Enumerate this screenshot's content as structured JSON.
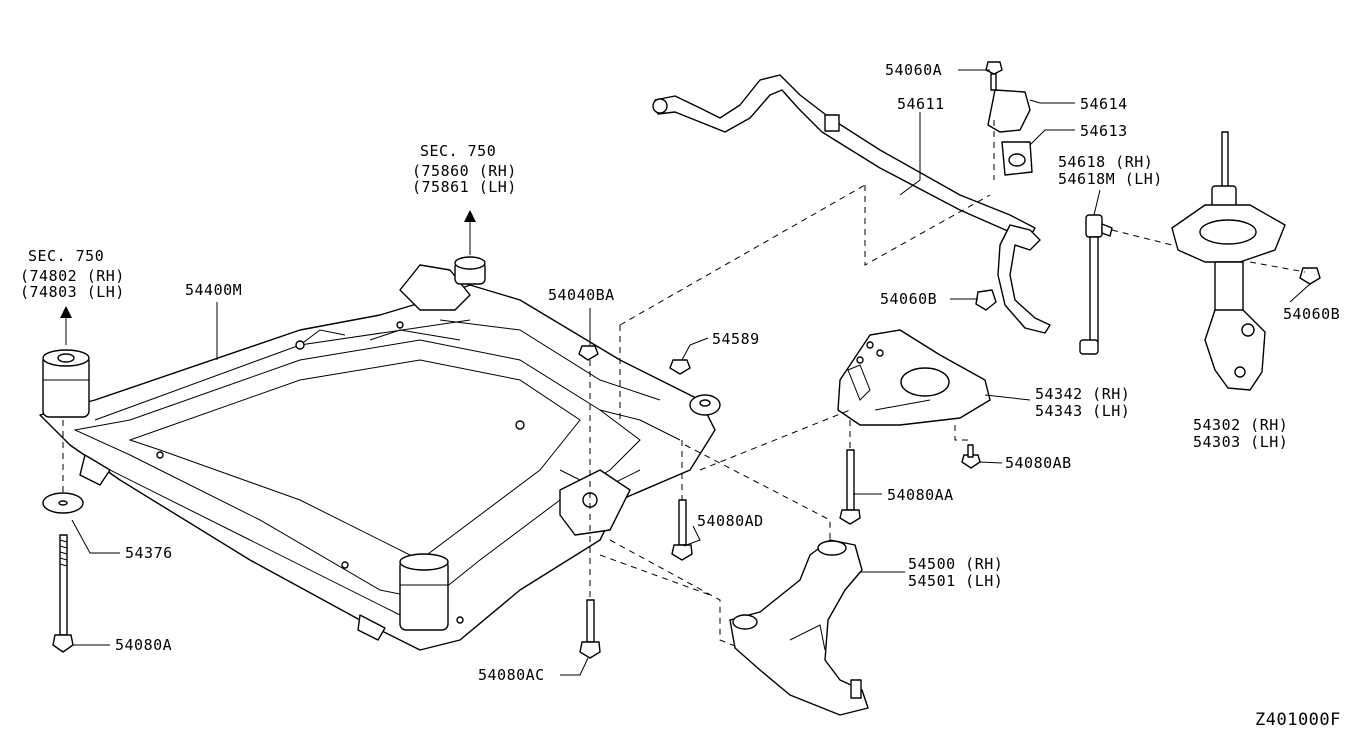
{
  "labels": {
    "sec750_a": "SEC. 750",
    "p75860": "75860 (RH)",
    "p75861": "75861 (LH)",
    "sec750_b": "SEC. 750",
    "p74802": "74802 (RH)",
    "p74803": "74803 (LH)",
    "p54400m": "54400M",
    "p54040ba": "54040BA",
    "p54589": "54589",
    "p54060a": "54060A",
    "p54611": "54611",
    "p54614": "54614",
    "p54613": "54613",
    "p54618": "54618  (RH)",
    "p54618m": "54618M (LH)",
    "p54060b_l": "54060B",
    "p54060b_r": "54060B",
    "p54342": "54342 (RH)",
    "p54343": "54343 (LH)",
    "p54302": "54302  (RH)",
    "p54303": "54303  (LH)",
    "p54080ab": "54080AB",
    "p54080aa": "54080AA",
    "p54080ad": "54080AD",
    "p54500": "54500 (RH)",
    "p54501": "54501 (LH)",
    "p54376": "54376",
    "p54080a": "54080A",
    "p54080ac": "54080AC"
  },
  "diagram_code": "Z401000F"
}
